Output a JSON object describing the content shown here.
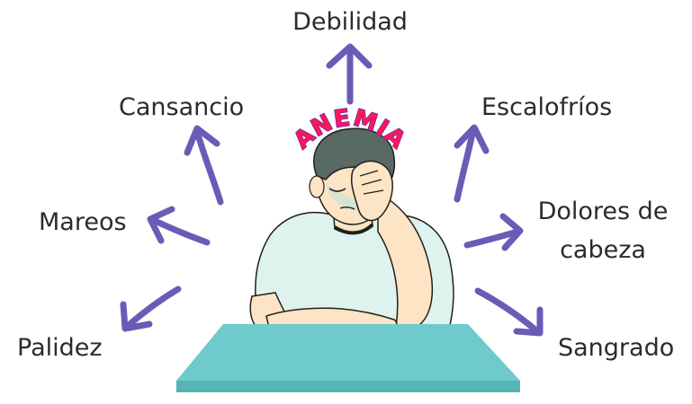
{
  "title": "ANEMIA",
  "colors": {
    "arrow": "#6b5bb6",
    "title_fill": "#ff1654",
    "title_outline": "#6b2fb3",
    "table_top": "#6fcacc",
    "table_front": "#55b4b6",
    "shirt": "#dff3ee",
    "skin": "#fde4c4",
    "hair": "#596a64",
    "text": "#2b2b2b"
  },
  "symptoms": {
    "top": "Debilidad",
    "upper_left": "Cansancio",
    "upper_right": "Escalofríos",
    "mid_left": "Mareos",
    "mid_right_line1": "Dolores de",
    "mid_right_line2": "cabeza",
    "bottom_left": "Palidez",
    "bottom_right": "Sangrado"
  },
  "figure": {
    "description_icon": "tired-person-holding-head-icon"
  }
}
